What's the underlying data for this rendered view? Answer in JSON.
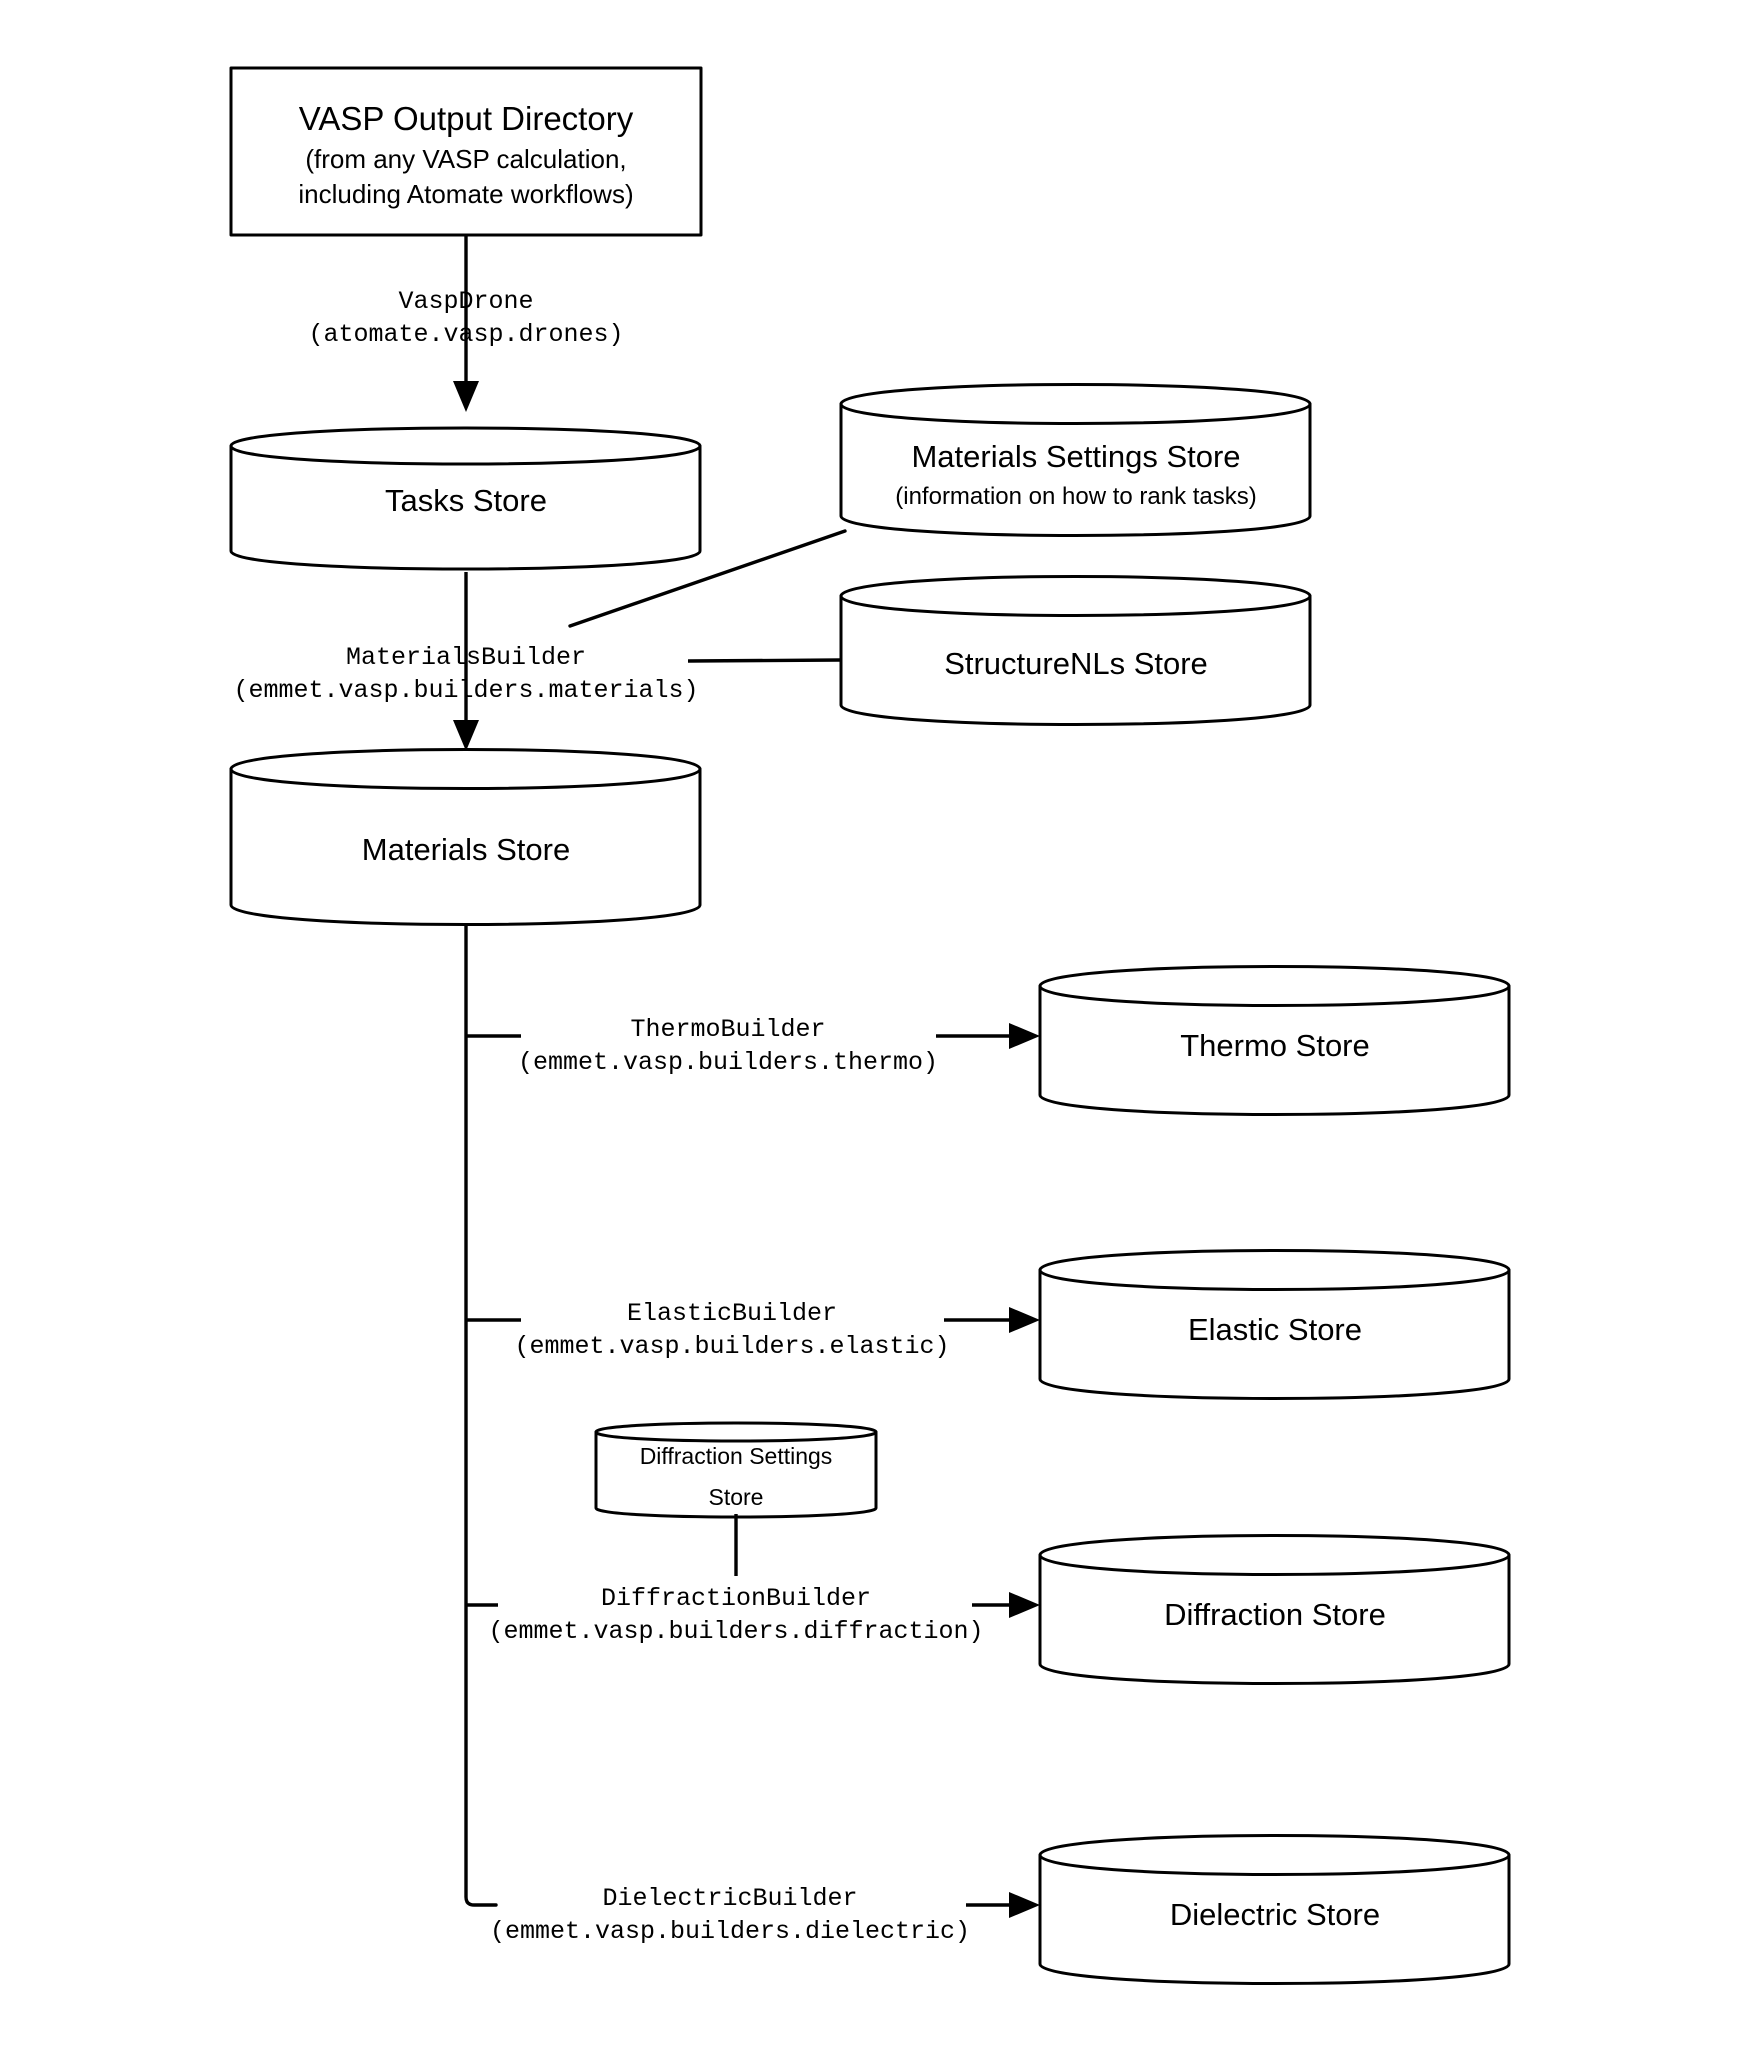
{
  "diagram": {
    "type": "flowchart",
    "title": "Atomate / emmet VASP data pipeline",
    "background_color": "#ffffff",
    "stroke_color": "#000000"
  },
  "nodes": {
    "vasp_output": {
      "shape": "rectangle",
      "title": "VASP Output Directory",
      "subtitle_line1": "(from any VASP calculation,",
      "subtitle_line2": "including Atomate workflows)"
    },
    "tasks_store": {
      "shape": "cylinder",
      "label": "Tasks Store"
    },
    "materials_settings_store": {
      "shape": "cylinder",
      "label": "Materials Settings Store",
      "subtitle": "(information on how to rank tasks)"
    },
    "structurenls_store": {
      "shape": "cylinder",
      "label": "StructureNLs Store"
    },
    "materials_store": {
      "shape": "cylinder",
      "label": "Materials Store"
    },
    "thermo_store": {
      "shape": "cylinder",
      "label": "Thermo Store"
    },
    "elastic_store": {
      "shape": "cylinder",
      "label": "Elastic Store"
    },
    "diffraction_settings_store": {
      "shape": "cylinder",
      "label_line1": "Diffraction Settings",
      "label_line2": "Store"
    },
    "diffraction_store": {
      "shape": "cylinder",
      "label": "Diffraction Store"
    },
    "dielectric_store": {
      "shape": "cylinder",
      "label": "Dielectric Store"
    }
  },
  "edges": {
    "vasp_drone": {
      "name": "VaspDrone",
      "module": "(atomate.vasp.drones)",
      "from": "vasp_output",
      "to": "tasks_store",
      "arrow": true
    },
    "materials_builder": {
      "name": "MaterialsBuilder",
      "module": "(emmet.vasp.builders.materials)",
      "from": "tasks_store",
      "to": "materials_store",
      "arrow": true
    },
    "thermo_builder": {
      "name": "ThermoBuilder",
      "module": "(emmet.vasp.builders.thermo)",
      "from": "materials_store",
      "to": "thermo_store",
      "arrow": true
    },
    "elastic_builder": {
      "name": "ElasticBuilder",
      "module": "(emmet.vasp.builders.elastic)",
      "from": "materials_store",
      "to": "elastic_store",
      "arrow": true
    },
    "diffraction_builder": {
      "name": "DiffractionBuilder",
      "module": "(emmet.vasp.builders.diffraction)",
      "from": "materials_store",
      "to": "diffraction_store",
      "arrow": true
    },
    "dielectric_builder": {
      "name": "DielectricBuilder",
      "module": "(emmet.vasp.builders.dielectric)",
      "from": "materials_store",
      "to": "dielectric_store",
      "arrow": true
    }
  }
}
